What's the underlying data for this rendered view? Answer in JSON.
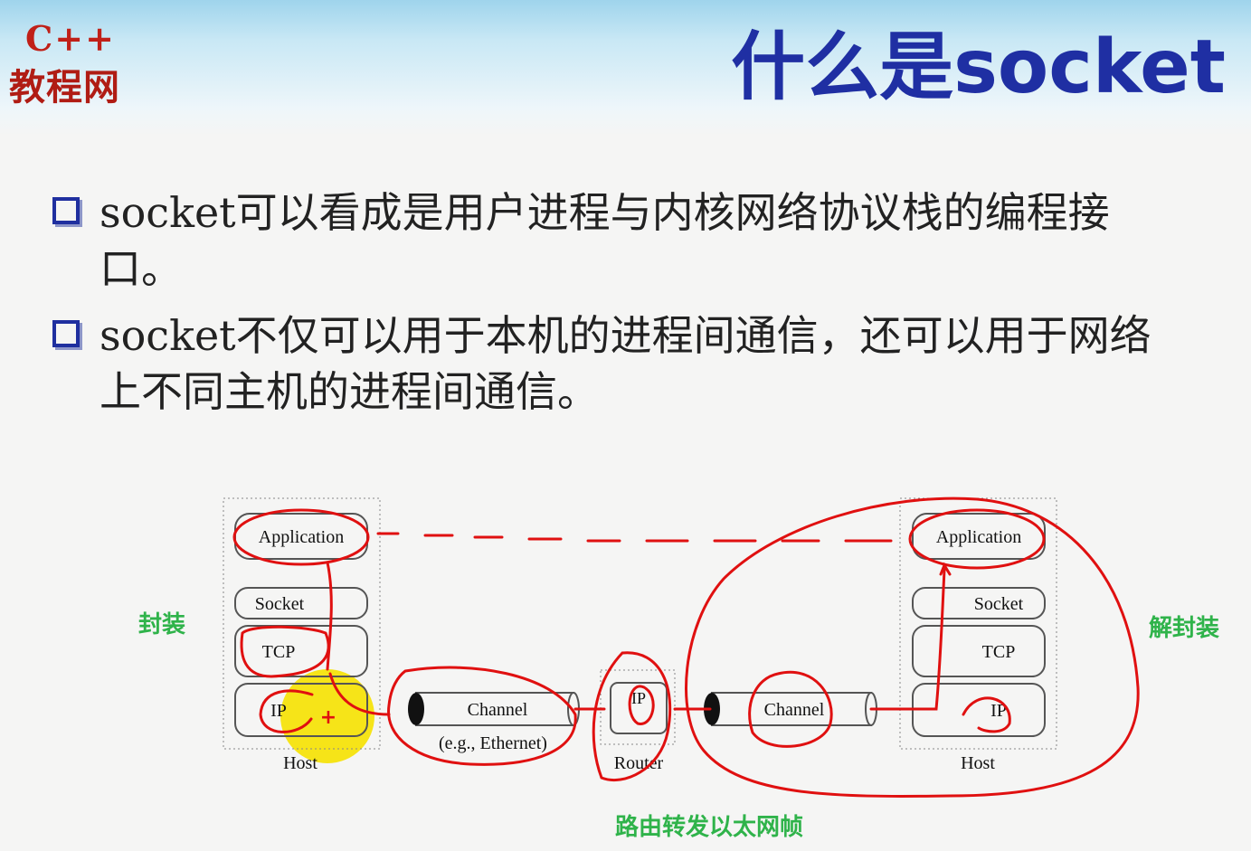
{
  "logo": {
    "line1": "C++",
    "line2": "教程网"
  },
  "title": "什么是socket",
  "bullets": [
    {
      "text": "socket可以看成是用户进程与内核网络协议栈的编程接口。"
    },
    {
      "text": "socket不仅可以用于本机的进程间通信，还可以用于网络上不同主机的进程间通信。"
    }
  ],
  "diagram": {
    "left_host": {
      "application": "Application",
      "socket": "Socket",
      "tcp": "TCP",
      "ip": "IP",
      "label": "Host"
    },
    "channel1": {
      "label": "Channel",
      "sublabel": "(e.g., Ethernet)"
    },
    "router": {
      "ip": "IP",
      "label": "Router"
    },
    "channel2": {
      "label": "Channel"
    },
    "right_host": {
      "application": "Application",
      "socket": "Socket",
      "tcp": "TCP",
      "ip": "IP",
      "label": "Host"
    }
  },
  "annotations": {
    "encapsulate": "封装",
    "decapsulate": "解封装",
    "routing": "路由转发以太网帧",
    "plus": "+"
  },
  "colors": {
    "title": "#1f2fa3",
    "pen_red": "#e01010",
    "note_green": "#2fb34a",
    "highlight": "#f6e200"
  }
}
